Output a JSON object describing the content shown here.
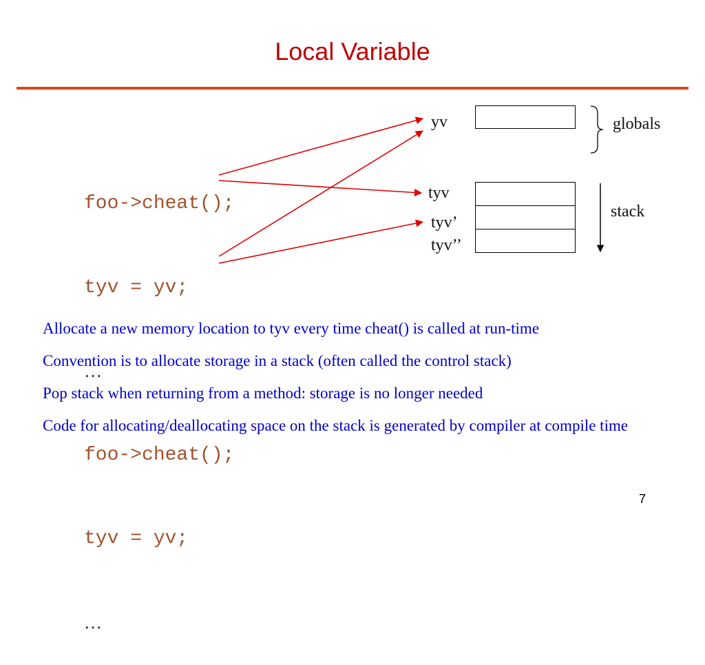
{
  "title": "Local Variable",
  "code_lines": [
    "foo->cheat();",
    "tyv = yv;",
    "…",
    "foo->cheat();",
    "tyv = yv;",
    "…"
  ],
  "memory": {
    "globals_label": "globals",
    "stack_label": "stack",
    "yv_label": "yv",
    "tyv_labels": [
      "tyv",
      "tyv’",
      "tyv’’"
    ]
  },
  "bullets": [
    "Allocate a new memory location to tyv every time cheat() is called at run-time",
    "Convention is to allocate storage in a stack (often called the control stack)",
    "Pop stack when returning from a method: storage is no longer needed",
    "Code for allocating/deallocating space on the stack is generated by compiler at compile time"
  ],
  "page_number": "7",
  "colors": {
    "title": "#c00000",
    "rule": "#d9461a",
    "code": "#a0522d",
    "bullets": "#0000cc",
    "arrows": "#e00000"
  }
}
